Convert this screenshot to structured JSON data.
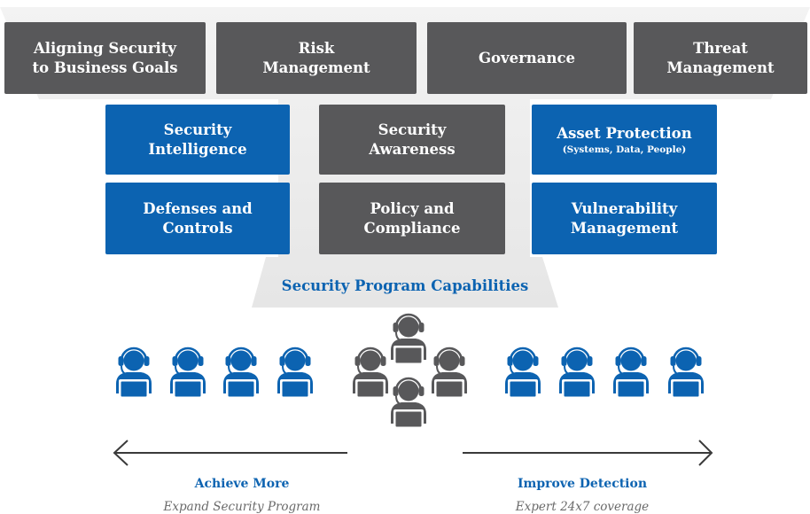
{
  "top_row": [
    {
      "line1": "Aligning Security",
      "line2": "to Business Goals"
    },
    {
      "line1": "Risk",
      "line2": "Management"
    },
    {
      "line1": "Governance",
      "line2": ""
    },
    {
      "line1": "Threat",
      "line2": "Management"
    }
  ],
  "middle_row": [
    {
      "line1": "Security",
      "line2": "Intelligence",
      "sub": ""
    },
    {
      "line1": "Security",
      "line2": "Awareness",
      "sub": ""
    },
    {
      "line1": "Asset Protection",
      "line2": "",
      "sub": "(Systems, Data, People)"
    }
  ],
  "bottom_row": [
    {
      "line1": "Defenses and",
      "line2": "Controls"
    },
    {
      "line1": "Policy and",
      "line2": "Compliance"
    },
    {
      "line1": "Vulnerability",
      "line2": "Management"
    }
  ],
  "caption": "Security Program Capabilities",
  "left_label": {
    "title": "Achieve More",
    "subtitle": "Expand Security Program"
  },
  "right_label": {
    "title": "Improve Detection",
    "subtitle": "Expert 24x7 coverage"
  },
  "colors": {
    "blue": "#0c63b1",
    "dark_gray": "#58585a",
    "funnel": "#ececec"
  },
  "icons": {
    "people": "person-headset-laptop-icon",
    "arrow": "double-headed-arrow-icon"
  }
}
